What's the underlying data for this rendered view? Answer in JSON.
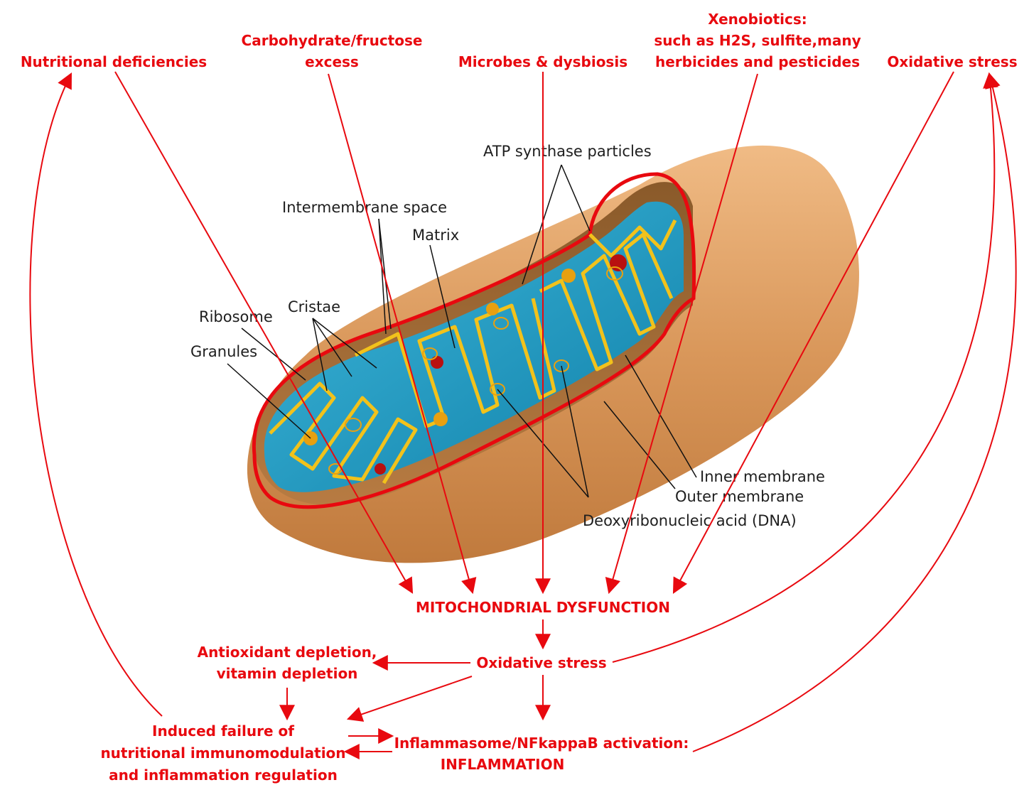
{
  "causes": {
    "nutritional_deficiencies": "Nutritional deficiencies",
    "carbohydrate_line1": "Carbohydrate/fructose",
    "carbohydrate_line2": "excess",
    "microbes": "Microbes & dysbiosis",
    "xenobiotics_line1": "Xenobiotics:",
    "xenobiotics_line2": "such as H2S, sulfite,many",
    "xenobiotics_line3": "herbicides and pesticides",
    "oxidative_stress_top": "Oxidative stress"
  },
  "center": {
    "mitochondrial_dysfunction": "MITOCHONDRIAL DYSFUNCTION",
    "oxidative_stress": "Oxidative stress"
  },
  "effects": {
    "antioxidant_line1": "Antioxidant depletion,",
    "antioxidant_line2": "vitamin depletion",
    "induced_line1": "Induced failure of",
    "induced_line2": "nutritional immunomodulation",
    "induced_line3": "and inflammation regulation",
    "inflammasome_line1": "Inflammasome/NFkappaB activation:",
    "inflammasome_line2": "INFLAMMATION"
  },
  "anatomy": {
    "atp_synthase": "ATP synthase particles",
    "intermembrane_space": "Intermembrane space",
    "matrix": "Matrix",
    "ribosome": "Ribosome",
    "cristae": "Cristae",
    "granules": "Granules",
    "inner_membrane": "Inner membrane",
    "outer_membrane": "Outer membrane",
    "dna": "Deoxyribonucleic acid (DNA)"
  },
  "colors": {
    "arrow_red": "#e8090f",
    "outer_body": "#d9975a",
    "matrix_blue": "#1f9ac0",
    "cristae_yellow": "#f2c21b"
  }
}
